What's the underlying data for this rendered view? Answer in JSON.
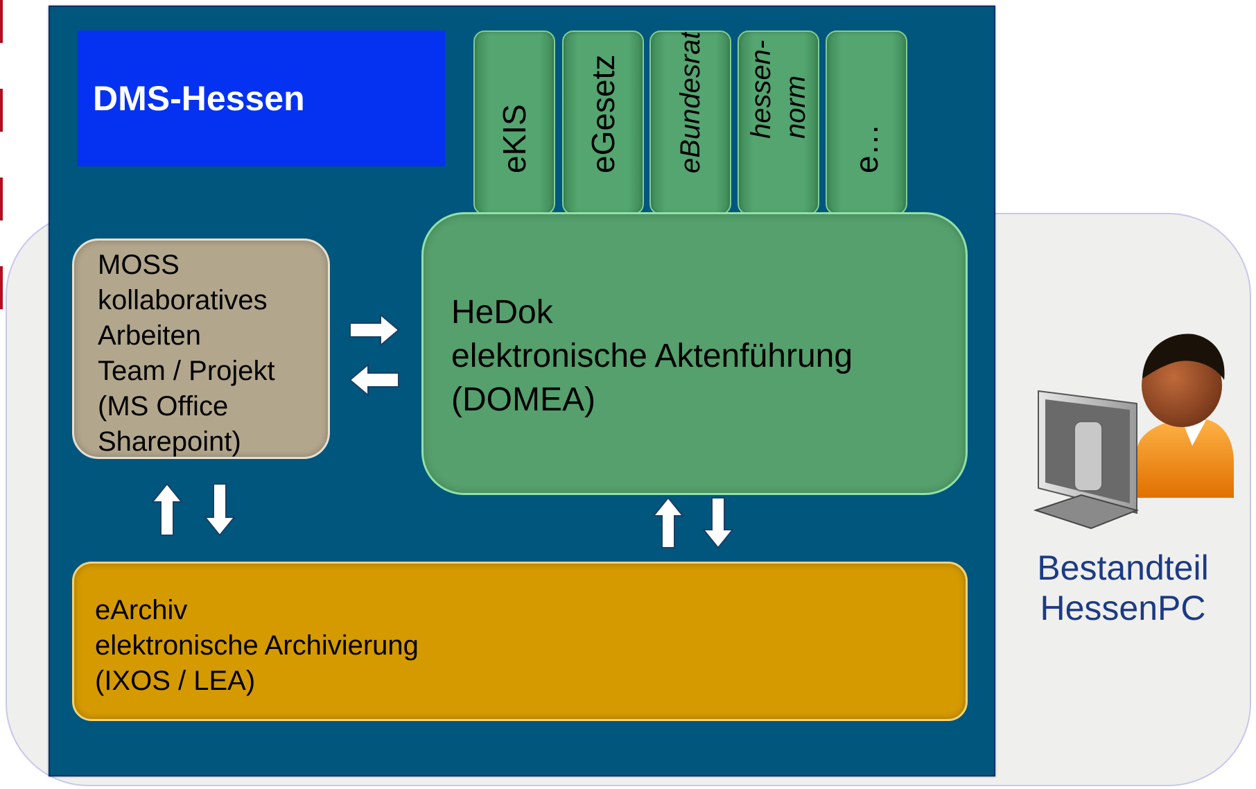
{
  "title": "DMS-Hessen",
  "modules": [
    {
      "label": "eKIS",
      "italic": false
    },
    {
      "label": "eGesetz",
      "italic": false
    },
    {
      "label": "eBundesrat",
      "italic": true
    },
    {
      "label": "hessen-\nnorm",
      "italic": true
    },
    {
      "label": "e…",
      "italic": false
    }
  ],
  "hedok": {
    "lines": [
      "HeDok",
      "elektronische Aktenführung",
      "(DOMEA)"
    ]
  },
  "moss": {
    "lines": [
      "MOSS",
      "kollaboratives",
      "Arbeiten",
      "Team / Projekt",
      "(MS Office",
      "Sharepoint)"
    ]
  },
  "earchiv": {
    "lines": [
      "eArchiv",
      "elektronische Archivierung",
      "(IXOS / LEA)"
    ]
  },
  "bestandteil": {
    "line1": "Bestandteil",
    "line2": "HessenPC"
  },
  "colors": {
    "panel": "#00567d",
    "title_box": "#0432f0",
    "module": "#54a570",
    "hedok": "#55a06c",
    "moss": "#b2a68c",
    "earchiv": "#d59a00",
    "bestandteil_text": "#1c3a84"
  },
  "icons": [
    "arrow-right-icon",
    "arrow-left-icon",
    "arrow-up-icon",
    "arrow-down-icon",
    "user-at-computer-icon"
  ]
}
